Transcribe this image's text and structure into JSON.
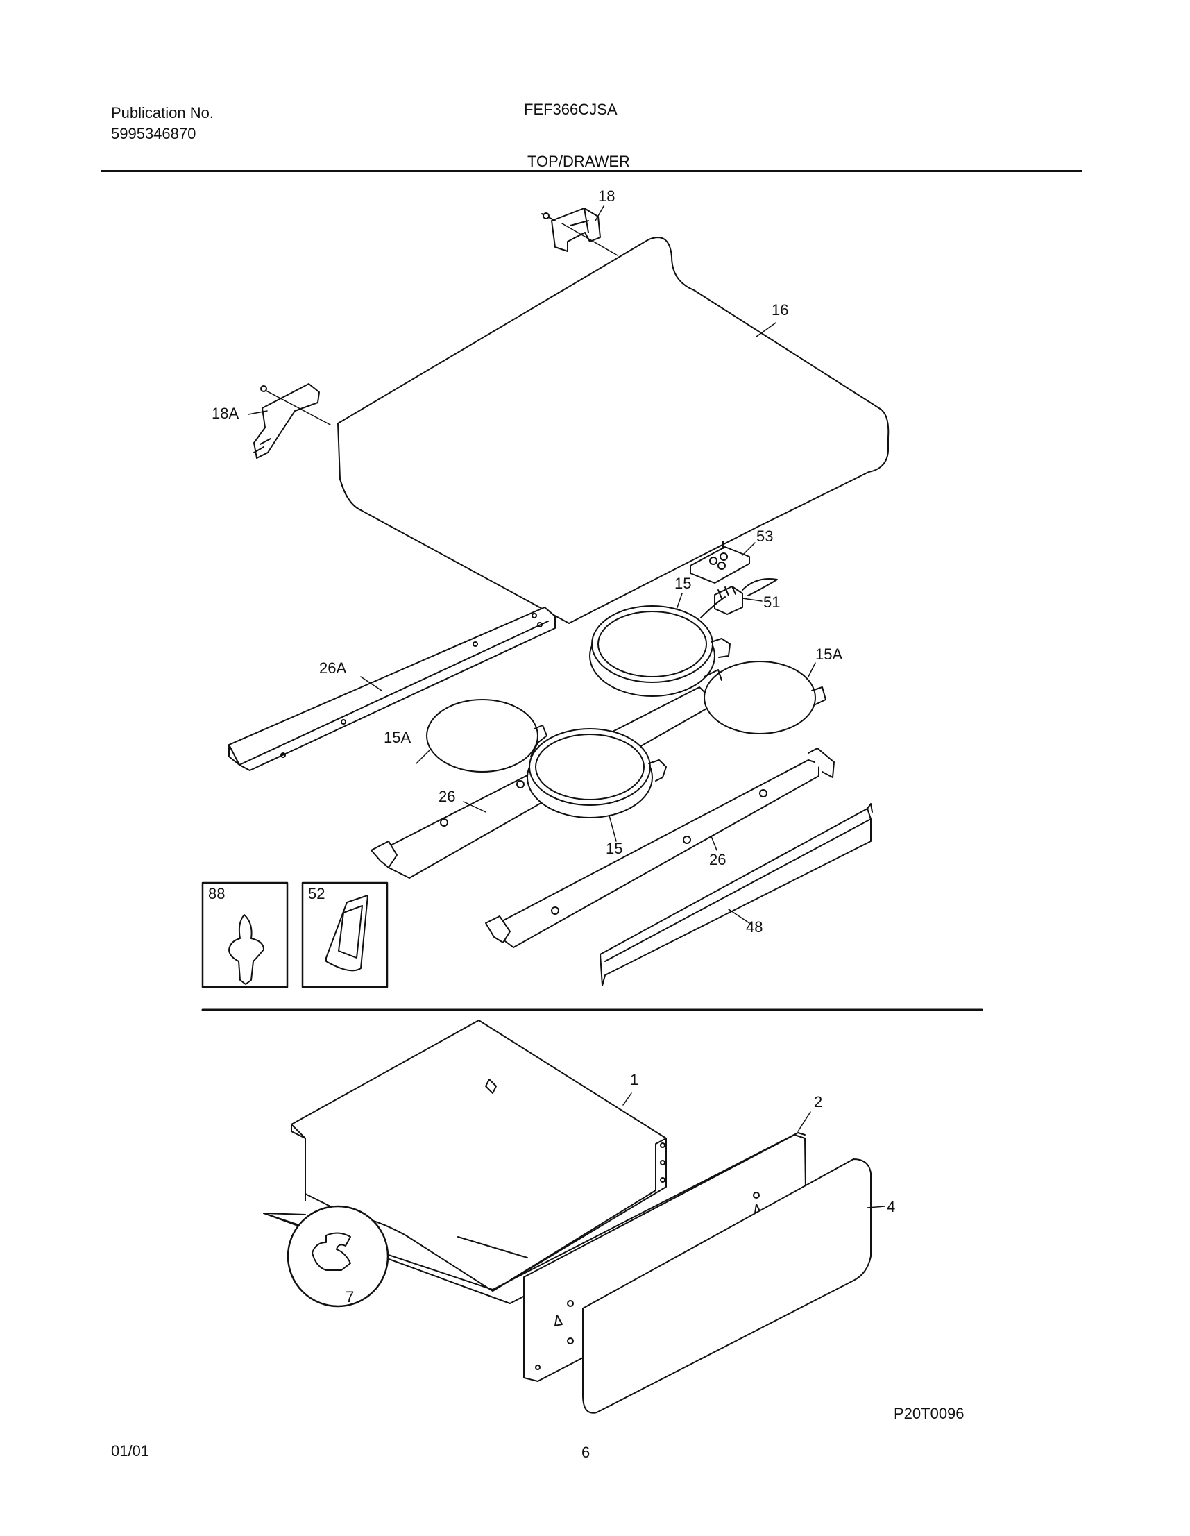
{
  "header": {
    "publication_label": "Publication No.",
    "publication_number": "5995346870",
    "model": "FEF366CJSA",
    "section": "TOP/DRAWER"
  },
  "footer": {
    "date": "01/01",
    "page": "6",
    "drawing_code": "P20T0096"
  },
  "callouts": {
    "top_bracket": "18",
    "side_bracket": "18A",
    "cooktop": "16",
    "terminal_block_cover": "53",
    "terminal_block": "51",
    "large_element_rear": "15",
    "small_element_right": "15A",
    "front_rail": "26A",
    "small_element_left": "15A",
    "large_element_front": "15",
    "left_support_rail": "26",
    "right_support_rail": "26",
    "rear_strip": "48",
    "inset_clip": "88",
    "inset_bracket": "52",
    "drawer_body": "1",
    "drawer_front_panel": "2",
    "drawer_glide": "7",
    "drawer_outer_panel": "4"
  }
}
